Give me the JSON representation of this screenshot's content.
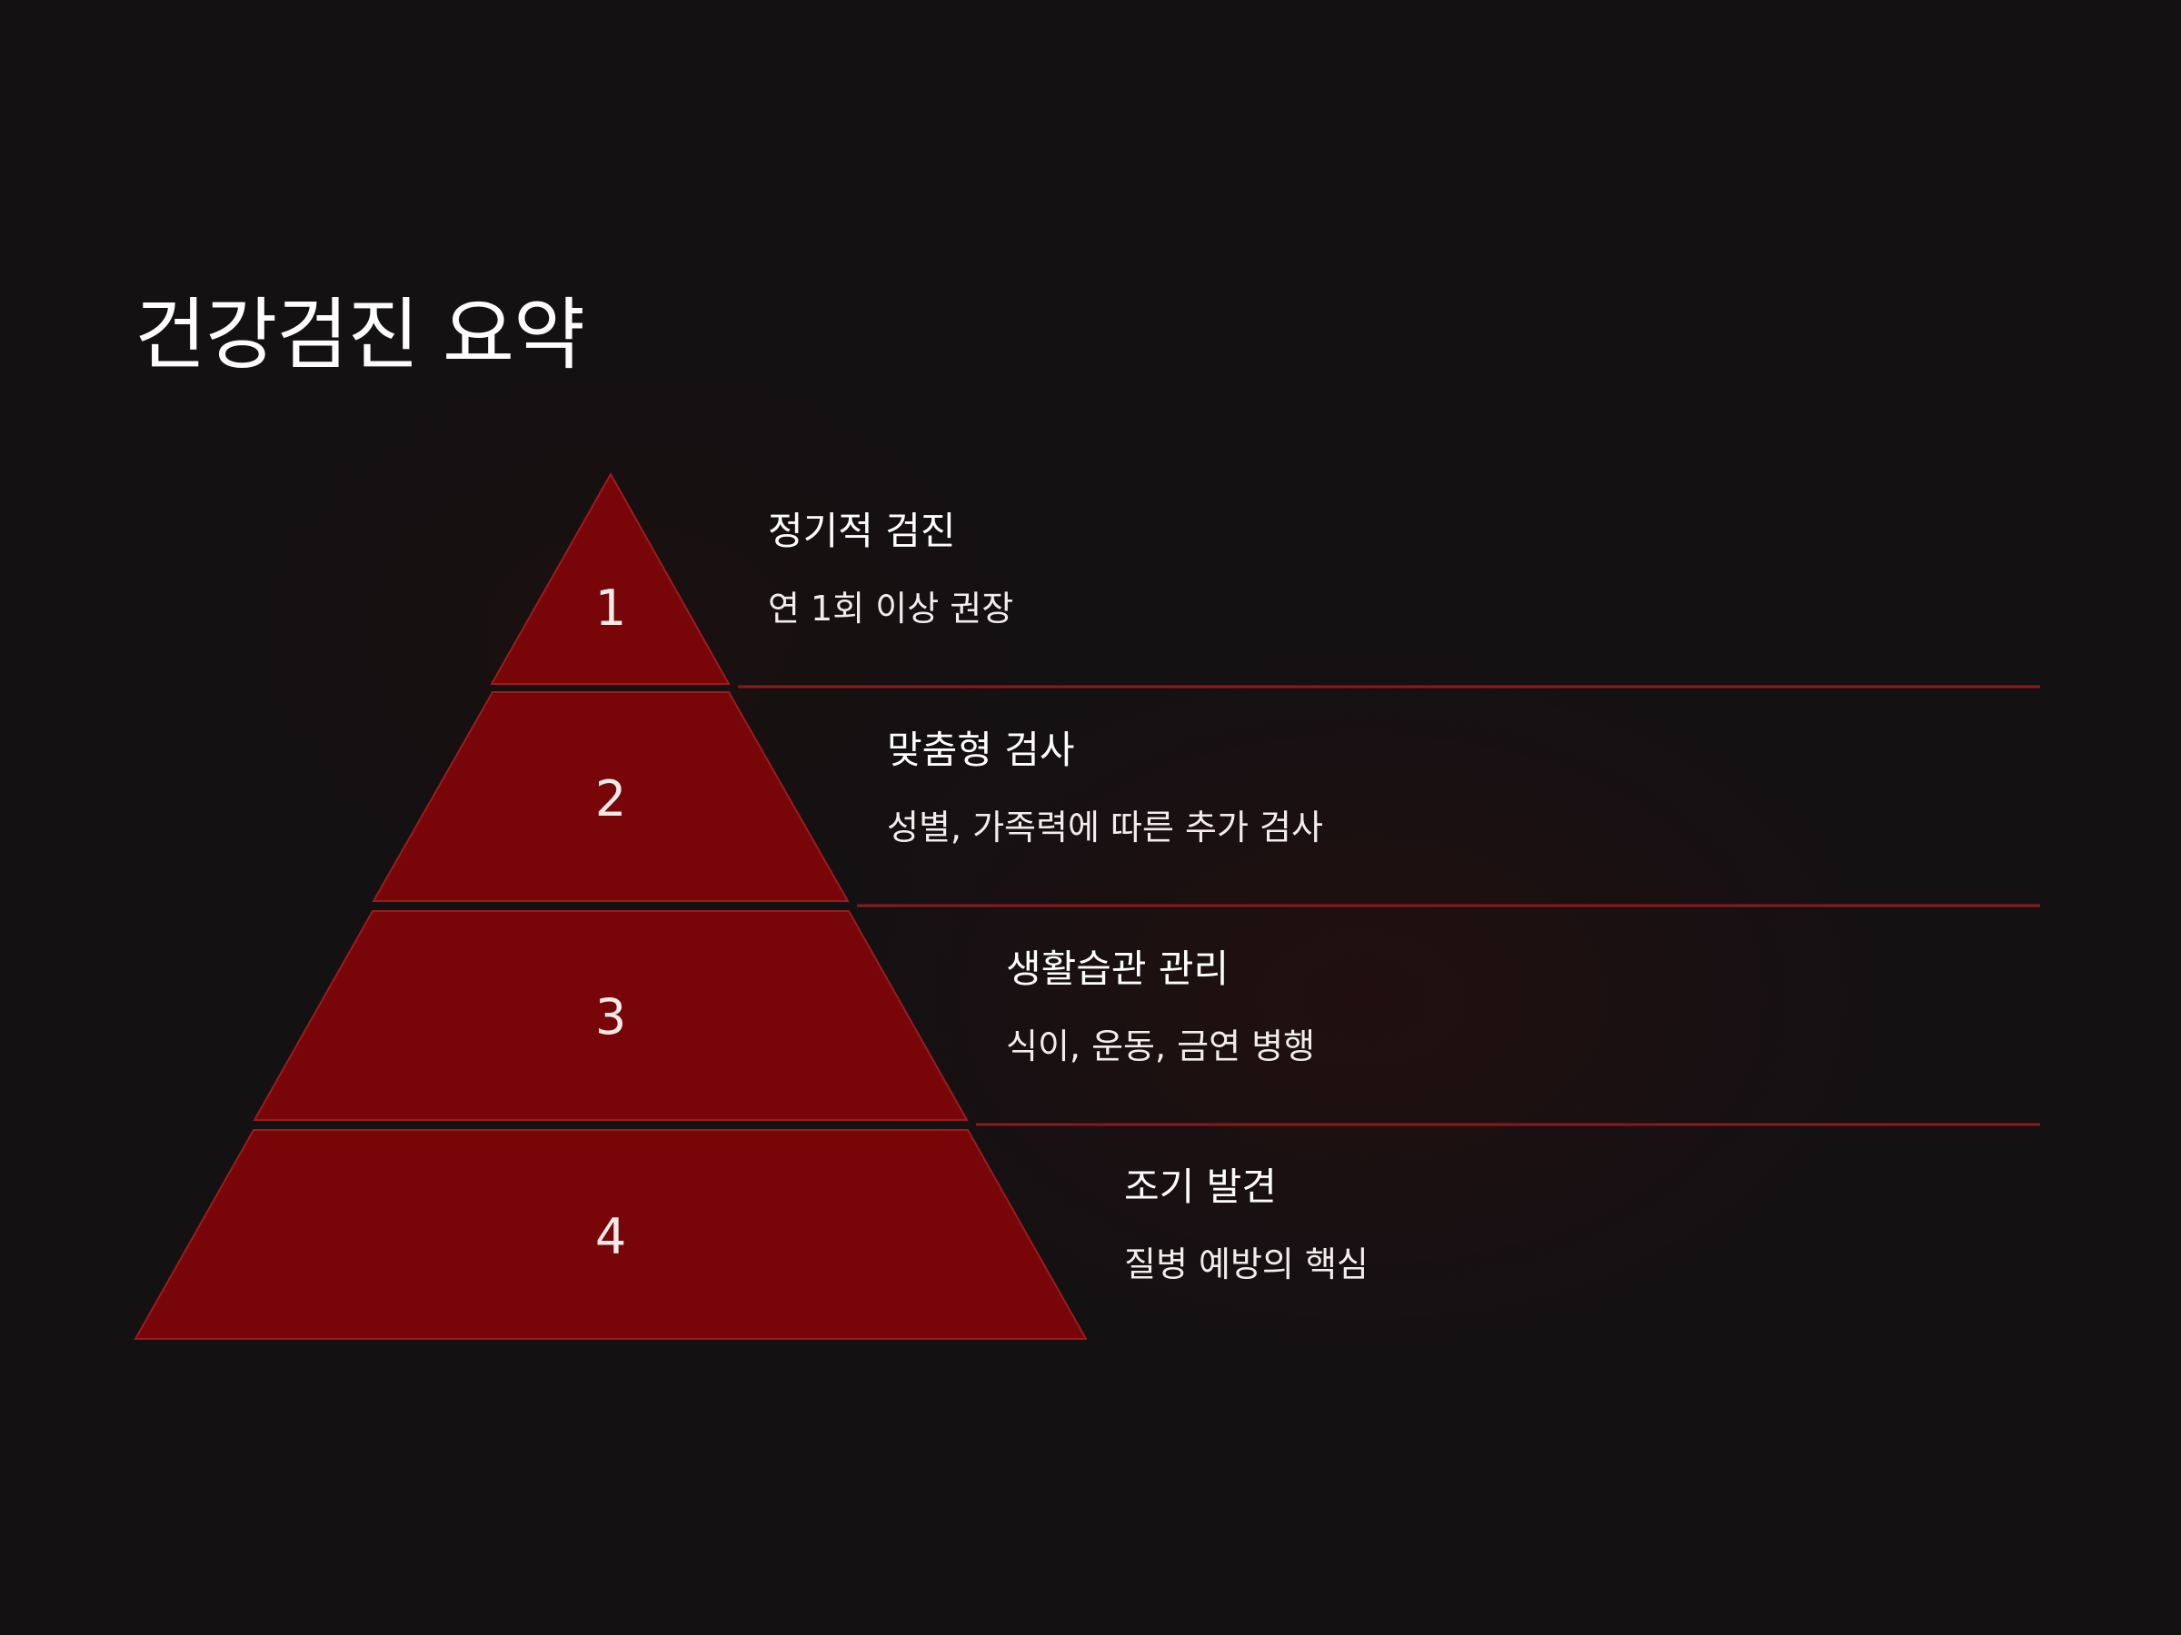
{
  "slide": {
    "title": "건강검진 요약"
  },
  "pyramid": {
    "fill_color": "#780608",
    "stroke_color": "#9a1c1e",
    "divider_color": "#8a1a1c",
    "tiers": [
      {
        "number": "1",
        "title": "정기적 검진",
        "description": "연 1회 이상 권장"
      },
      {
        "number": "2",
        "title": "맞춤형 검사",
        "description": "성별, 가족력에 따른 추가 검사"
      },
      {
        "number": "3",
        "title": "생활습관 관리",
        "description": "식이, 운동, 금연 병행"
      },
      {
        "number": "4",
        "title": "조기 발견",
        "description": "질병 예방의 핵심"
      }
    ]
  }
}
